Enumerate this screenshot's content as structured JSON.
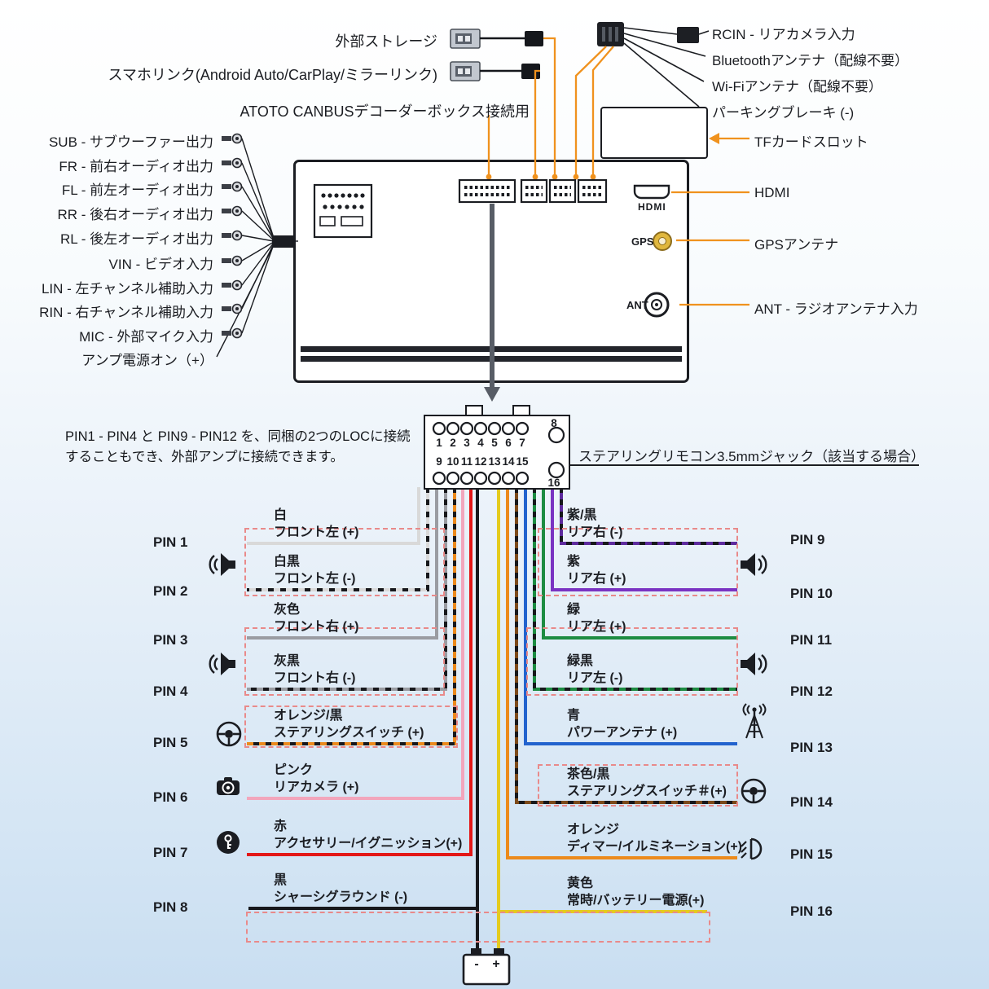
{
  "colors": {
    "callout": "#f0921e",
    "dashed_box": "#e98a8a",
    "outline": "#1b1d22",
    "arrow_gray": "#585d66"
  },
  "top_labels": {
    "external_storage": "外部ストレージ",
    "smartphone_link": "スマホリンク(Android Auto/CarPlay/ミラーリンク)",
    "canbus": "ATOTO CANBUSデコーダーボックス接続用"
  },
  "right_labels": {
    "rcin": "RCIN - リアカメラ入力",
    "bluetooth": "Bluetoothアンテナ（配線不要）",
    "wifi": "Wi-Fiアンテナ（配線不要）",
    "parking_brake": "パーキングブレーキ (-)",
    "tf_slot": "TFカードスロット",
    "hdmi": "HDMI",
    "gps": "GPSアンテナ",
    "ant": "ANT - ラジオアンテナ入力"
  },
  "unit_ports": {
    "hdmi": "HDMI",
    "gps": "GPS",
    "ant": "ANT"
  },
  "left_outputs": [
    "SUB - サブウーファー出力",
    "FR - 前右オーディオ出力",
    "FL - 前左オーディオ出力",
    "RR - 後右オーディオ出力",
    "RL - 後左オーディオ出力",
    "VIN - ビデオ入力",
    "LIN - 左チャンネル補助入力",
    "RIN - 右チャンネル補助入力",
    "MIC - 外部マイク入力",
    "アンプ電源オン（+）"
  ],
  "connector": {
    "note_line1": "PIN1 - PIN4 と PIN9 - PIN12 を、同梱の2つのLOCに接続",
    "note_line2": "することもでき、外部アンプに接続できます。",
    "steering_remote": "ステアリングリモコン3.5mmジャック（該当する場合）",
    "pin_numbers": [
      "1",
      "2",
      "3",
      "4",
      "5",
      "6",
      "7",
      "8",
      "9",
      "10",
      "11",
      "12",
      "13",
      "14",
      "15",
      "16"
    ]
  },
  "pins": {
    "left": [
      {
        "pin": "PIN 1",
        "color": "白",
        "func": "フロント左 (+)",
        "hex": "#d9d9d9"
      },
      {
        "pin": "PIN 2",
        "color": "白黒",
        "func": "フロント左 (-)",
        "hex": "#d9d9d9",
        "stripe": "#17181c"
      },
      {
        "pin": "PIN 3",
        "color": "灰色",
        "func": "フロント右 (+)",
        "hex": "#9a9ca2"
      },
      {
        "pin": "PIN 4",
        "color": "灰黒",
        "func": "フロント右 (-)",
        "hex": "#9a9ca2",
        "stripe": "#17181c"
      },
      {
        "pin": "PIN 5",
        "color": "オレンジ/黒",
        "func": "ステアリングスイッチ (+)",
        "hex": "#ec8a1c",
        "stripe": "#17181c"
      },
      {
        "pin": "PIN 6",
        "color": "ピンク",
        "func": "リアカメラ (+)",
        "hex": "#f2a6bc"
      },
      {
        "pin": "PIN 7",
        "color": "赤",
        "func": "アクセサリー/イグニッション(+)",
        "hex": "#e31717"
      },
      {
        "pin": "PIN 8",
        "color": "黒",
        "func": "シャーシグラウンド (-)",
        "hex": "#17181c"
      }
    ],
    "right": [
      {
        "pin": "PIN 9",
        "color": "紫/黒",
        "func": "リア右 (-)",
        "hex": "#5e2b9e",
        "stripe": "#17181c"
      },
      {
        "pin": "PIN 10",
        "color": "紫",
        "func": "リア右 (+)",
        "hex": "#7a33c2"
      },
      {
        "pin": "PIN 11",
        "color": "緑",
        "func": "リア左 (+)",
        "hex": "#1d8c42"
      },
      {
        "pin": "PIN 12",
        "color": "緑黒",
        "func": "リア左 (-)",
        "hex": "#1d8c42",
        "stripe": "#17181c"
      },
      {
        "pin": "PIN 13",
        "color": "青",
        "func": "パワーアンテナ (+)",
        "hex": "#2263ce"
      },
      {
        "pin": "PIN 14",
        "color": "茶色/黒",
        "func": "ステアリングスイッチ＃(+)",
        "hex": "#7c4a1a",
        "stripe": "#17181c"
      },
      {
        "pin": "PIN 15",
        "color": "オレンジ",
        "func": "ディマー/イルミネーション(+)",
        "hex": "#ec8a1c"
      },
      {
        "pin": "PIN 16",
        "color": "黄色",
        "func": "常時/バッテリー電源(+)",
        "hex": "#e4cb1e"
      }
    ]
  },
  "battery": {
    "minus": "-",
    "plus": "+"
  },
  "icons": [
    "usb-plug-icon",
    "rca-plug-icon",
    "speaker-icon",
    "steering-wheel-icon",
    "rear-camera-icon",
    "ignition-key-icon",
    "power-antenna-icon",
    "fog-lamp-icon",
    "battery-icon"
  ]
}
